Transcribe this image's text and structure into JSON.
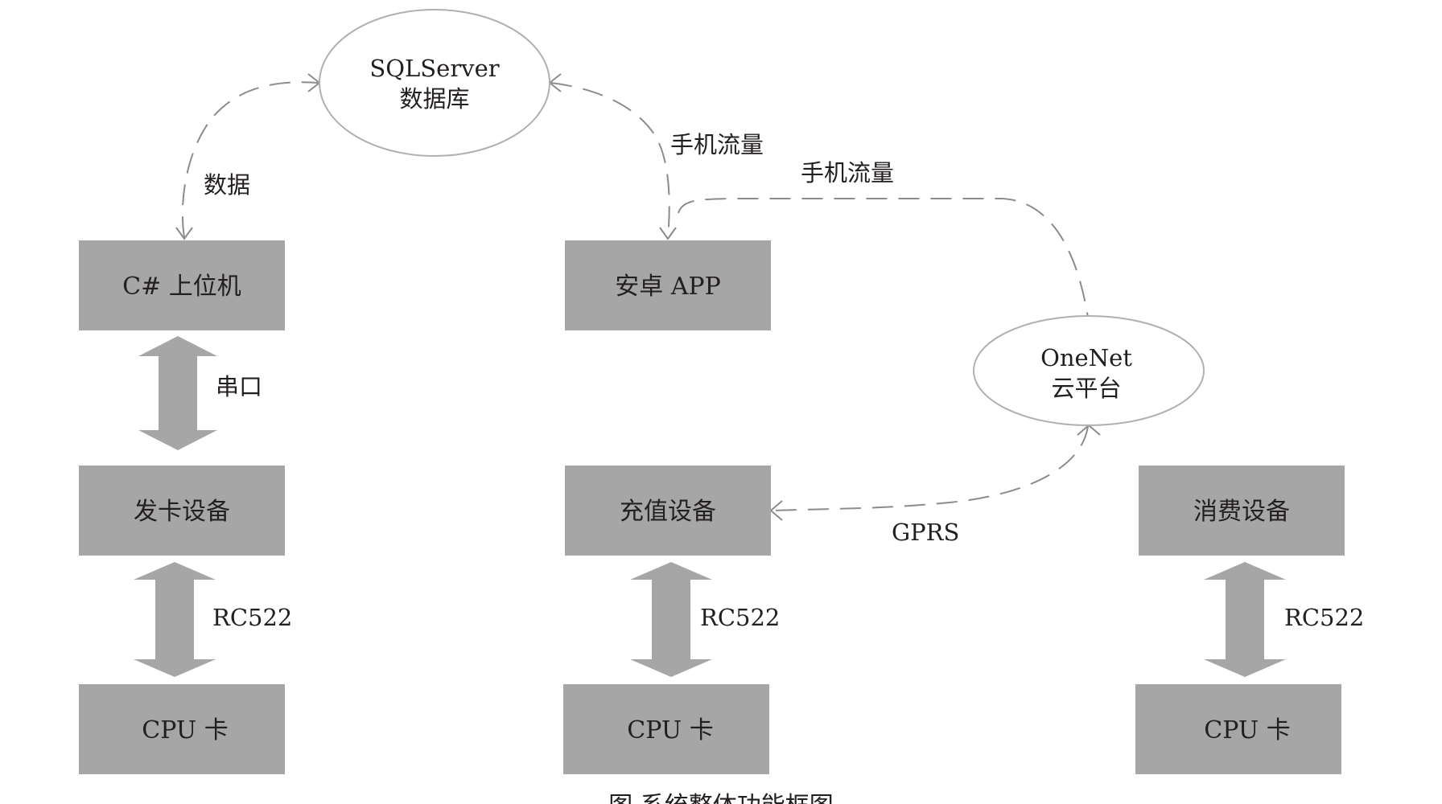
{
  "nodes": {
    "database": {
      "line1": "SQLServer",
      "line2": "数据库"
    },
    "cloud": {
      "line1": "OneNet",
      "line2": "云平台"
    },
    "host_pc": "C# 上位机",
    "android_app": "安卓 APP",
    "card_issuer": "发卡设备",
    "recharge_device": "充值设备",
    "consume_device": "消费设备",
    "cpu_card_1": "CPU 卡",
    "cpu_card_2": "CPU 卡",
    "cpu_card_3": "CPU 卡"
  },
  "links": {
    "host_db": "数据",
    "app_db": "手机流量",
    "app_cloud": "手机流量",
    "host_issuer": "串口",
    "issuer_card": "RC522",
    "recharge_card": "RC522",
    "consume_card": "RC522",
    "cloud_recharge": "GPRS"
  },
  "caption": "图   系统整体功能框图",
  "colors": {
    "box_fill": "#a6a6a6",
    "line": "#8c8c8c",
    "ellipse_stroke": "#b0b0b0",
    "text": "#231f20"
  }
}
